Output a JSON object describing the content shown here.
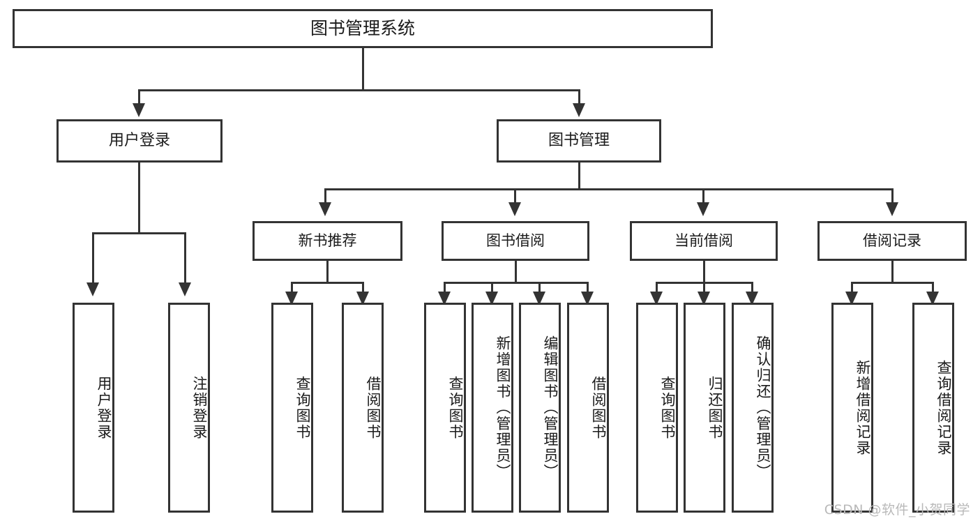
{
  "diagram": {
    "title": "图书管理系统",
    "type": "tree-hierarchy-chart",
    "colors": {
      "stroke": "#333333",
      "fill": "#ffffff",
      "watermark": "#b9b9b9"
    }
  },
  "root": {
    "label": "图书管理系统"
  },
  "level1": [
    {
      "label": "用户登录"
    },
    {
      "label": "图书管理"
    }
  ],
  "level2": [
    {
      "label": "新书推荐"
    },
    {
      "label": "图书借阅"
    },
    {
      "label": "当前借阅"
    },
    {
      "label": "借阅记录"
    }
  ],
  "leaves": {
    "user_login": [
      {
        "label": "用户登录"
      },
      {
        "label": "注销登录"
      }
    ],
    "new_book_recommend": [
      {
        "label": "查询图书"
      },
      {
        "label": "借阅图书"
      }
    ],
    "book_borrow": [
      {
        "label": "查询图书"
      },
      {
        "label": "新增图书（管理员）"
      },
      {
        "label": "编辑图书（管理员）"
      },
      {
        "label": "借阅图书"
      }
    ],
    "current_borrow": [
      {
        "label": "查询图书"
      },
      {
        "label": "归还图书"
      },
      {
        "label": "确认归还（管理员）"
      }
    ],
    "borrow_record": [
      {
        "label": "新增借阅记录"
      },
      {
        "label": "查询借阅记录"
      }
    ]
  },
  "watermark": {
    "text": "CSDN @软件_小贺同学"
  }
}
